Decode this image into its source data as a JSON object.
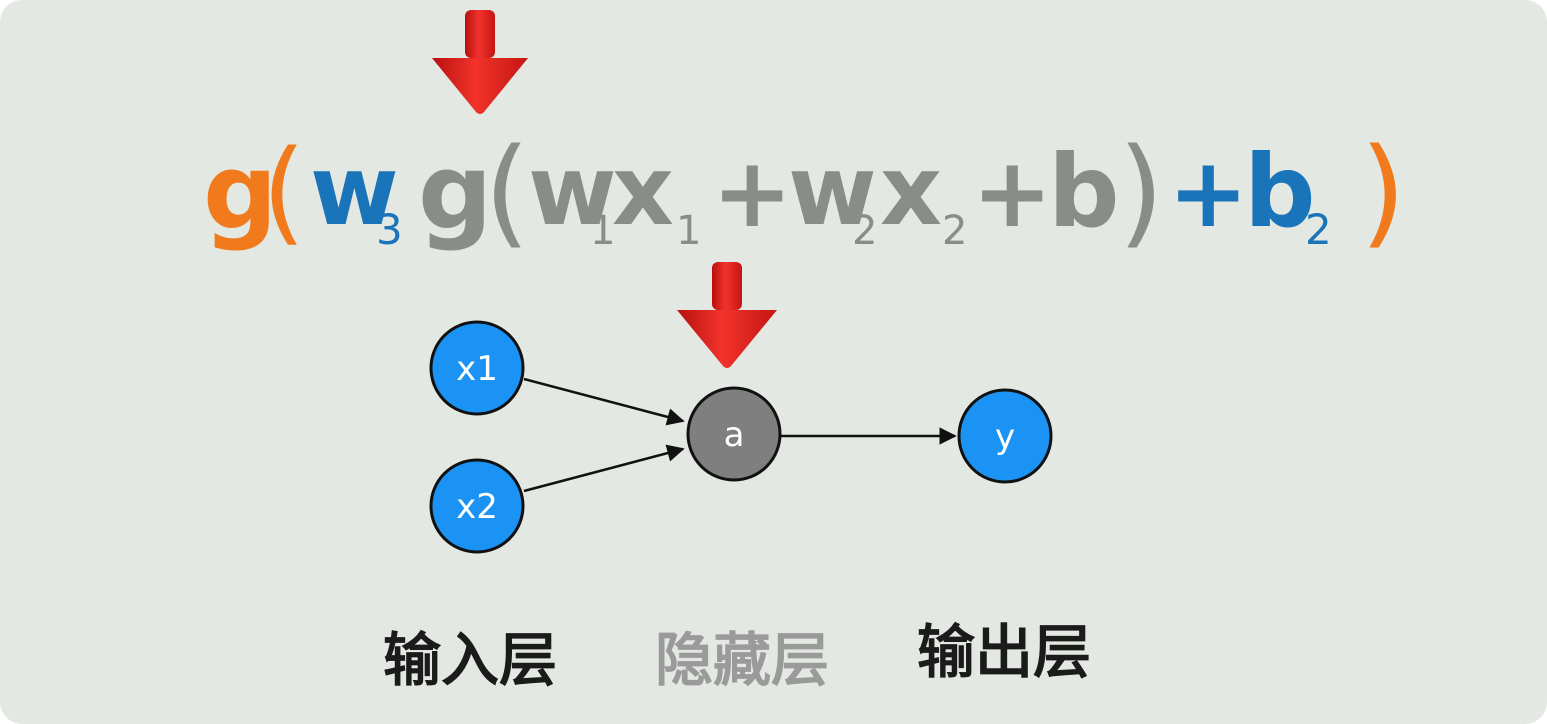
{
  "colors": {
    "background": "#e3e8e2",
    "outer_fn": "#f07a1c",
    "outer_weight": "#1a74b9",
    "inner": "#8a8c8a",
    "input_node": "#1b93f4",
    "hidden_node": "#7f7f7f",
    "output_node": "#1b93f4",
    "node_stroke": "#111111",
    "arrow_red": "#e8201e",
    "layer_dark": "#1b1b1b",
    "layer_muted": "#9a9a9a"
  },
  "formula": {
    "outer_g": "g",
    "outer_open": "(",
    "w3": "w",
    "w3_sub": "3",
    "inner_g": "g",
    "inner_open": "(",
    "w1": "w",
    "w1_sub": "1",
    "x1": "x",
    "x1_sub": "1",
    "plus1": "+",
    "w2": "w",
    "w2_sub": "2",
    "x2": "x",
    "x2_sub": "2",
    "plus2": "+",
    "b": "b",
    "inner_close": ")",
    "plus3": "+",
    "b2": "b",
    "b2_sub": "2",
    "outer_close": ")"
  },
  "nodes": {
    "x1": "x1",
    "x2": "x2",
    "a": "a",
    "y": "y"
  },
  "layers": {
    "input": "输入层",
    "hidden": "隐藏层",
    "output": "输出层"
  },
  "icons": {
    "top_arrow": "red-down-arrow-icon",
    "node_arrow": "red-down-arrow-icon"
  }
}
